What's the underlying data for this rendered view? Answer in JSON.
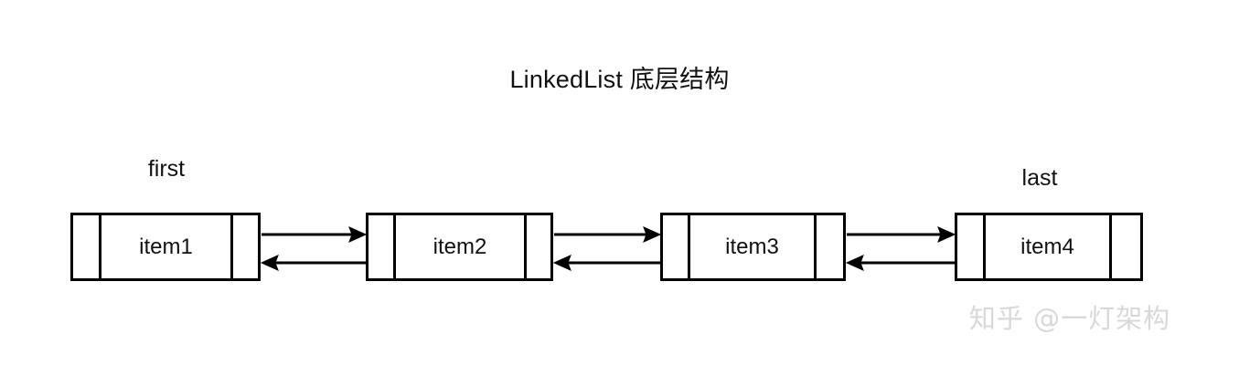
{
  "page": {
    "background_color": "#ffffff",
    "stroke_color": "#000000",
    "text_color": "#111111",
    "watermark_color": "#d8d8d8"
  },
  "diagram": {
    "title": "LinkedList 底层结构",
    "type": "doubly-linked-list",
    "pointers": [
      {
        "name": "first",
        "label": "first",
        "target_node": 1
      },
      {
        "name": "last",
        "label": "last",
        "target_node": 4
      }
    ],
    "nodes": [
      {
        "id": "node-1",
        "prev_cell": "",
        "value": "item1",
        "next_cell": ""
      },
      {
        "id": "node-2",
        "prev_cell": "",
        "value": "item2",
        "next_cell": ""
      },
      {
        "id": "node-3",
        "prev_cell": "",
        "value": "item3",
        "next_cell": ""
      },
      {
        "id": "node-4",
        "prev_cell": "",
        "value": "item4",
        "next_cell": ""
      }
    ],
    "links": [
      {
        "id": "link-1",
        "from": "node-1",
        "to": "node-2",
        "forward": "next",
        "backward": "prev"
      },
      {
        "id": "link-2",
        "from": "node-2",
        "to": "node-3",
        "forward": "next",
        "backward": "prev"
      },
      {
        "id": "link-3",
        "from": "node-3",
        "to": "node-4",
        "forward": "next",
        "backward": "prev"
      }
    ]
  },
  "watermark": {
    "text": "知乎 @一灯架构"
  }
}
